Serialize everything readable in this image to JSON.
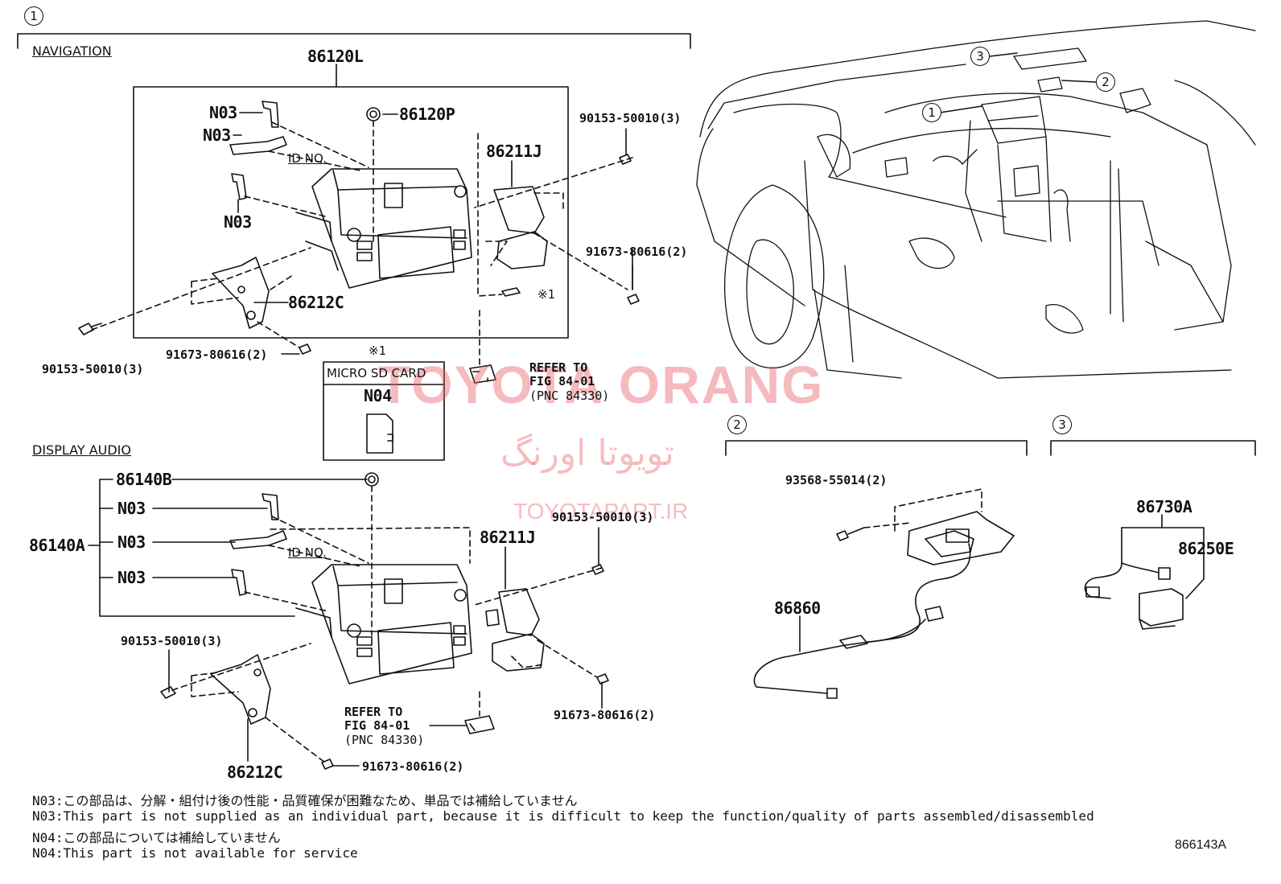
{
  "sections": {
    "navigation": "NAVIGATION",
    "display_audio": "DISPLAY AUDIO",
    "micro_sd": "MICRO SD CARD",
    "id_no": "ID NO."
  },
  "callouts": {
    "c1": "1",
    "c2": "2",
    "c3": "3",
    "kome1": "※1"
  },
  "parts": {
    "p86120L": "86120L",
    "p86120P": "86120P",
    "p86211J_nav": "86211J",
    "p86212C_nav": "86212C",
    "n03_a": "N03",
    "n03_b": "N03",
    "n03_c": "N03",
    "bolt_nav_right": "90153-50010(3)",
    "screw_nav_right": "91673-80616(2)",
    "bolt_nav_left": "90153-50010(3)",
    "screw_nav_left": "91673-80616(2)",
    "n04": "N04",
    "refer_nav_1": "REFER TO",
    "refer_nav_2": "FIG 84-01",
    "refer_nav_3": "(PNC 84330)",
    "p86140B": "86140B",
    "p86140A": "86140A",
    "n03_d": "N03",
    "n03_e": "N03",
    "n03_f": "N03",
    "p86211J_da": "86211J",
    "bolt_da_right": "90153-50010(3)",
    "bolt_da_left": "90153-50010(3)",
    "screw_da_right": "91673-80616(2)",
    "screw_da_bottom": "91673-80616(2)",
    "p86212C_da": "86212C",
    "refer_da_1": "REFER TO",
    "refer_da_2": "FIG 84-01",
    "refer_da_3": "(PNC 84330)",
    "bolt_93568": "93568-55014(2)",
    "p86860": "86860",
    "p86730A": "86730A",
    "p86250E": "86250E"
  },
  "notes": [
    "N03:この部品は、分解・組付け後の性能・品質確保が困難なため、単品では補給していません",
    "N03:This part is not supplied as an individual part, because it is difficult to keep the function/quality of parts assembled/disassembled",
    "N04:この部品については補給していません",
    "N04:This part is not available for service"
  ],
  "figure_id": "866143A",
  "watermark": {
    "line1": "TOYOTA ORANG",
    "line2": "تویوتا اورنگ",
    "line3": "TOYOTAPART.IR"
  }
}
